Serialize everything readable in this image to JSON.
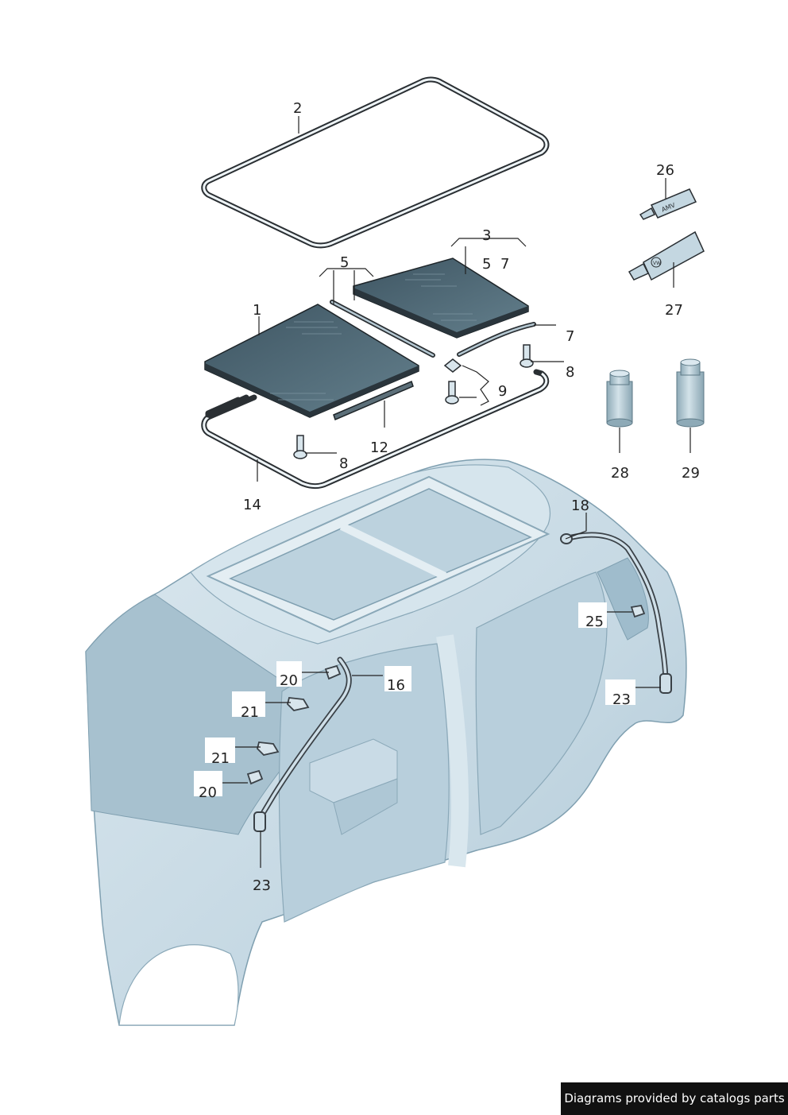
{
  "callouts": {
    "c1": "1",
    "c2": "2",
    "c3": "3",
    "c5a": "5",
    "c5b": "5",
    "c7a": "7",
    "c7b": "7",
    "c8a": "8",
    "c8b": "8",
    "c9": "9",
    "c12": "12",
    "c14": "14",
    "c16": "16",
    "c18": "18",
    "c20a": "20",
    "c20b": "20",
    "c21a": "21",
    "c21b": "21",
    "c23a": "23",
    "c23b": "23",
    "c25": "25",
    "c26": "26",
    "c27": "27",
    "c28": "28",
    "c29": "29"
  },
  "tube_labels": {
    "small": "AMV",
    "large": "VW"
  },
  "credit": "Diagrams provided by catalogs parts",
  "colors": {
    "body_fill": "#c9dbe6",
    "body_shadow": "#9fbccc",
    "glass": "#4f6a78",
    "seal": "#2a2f33",
    "container": "#a9c3cf"
  }
}
